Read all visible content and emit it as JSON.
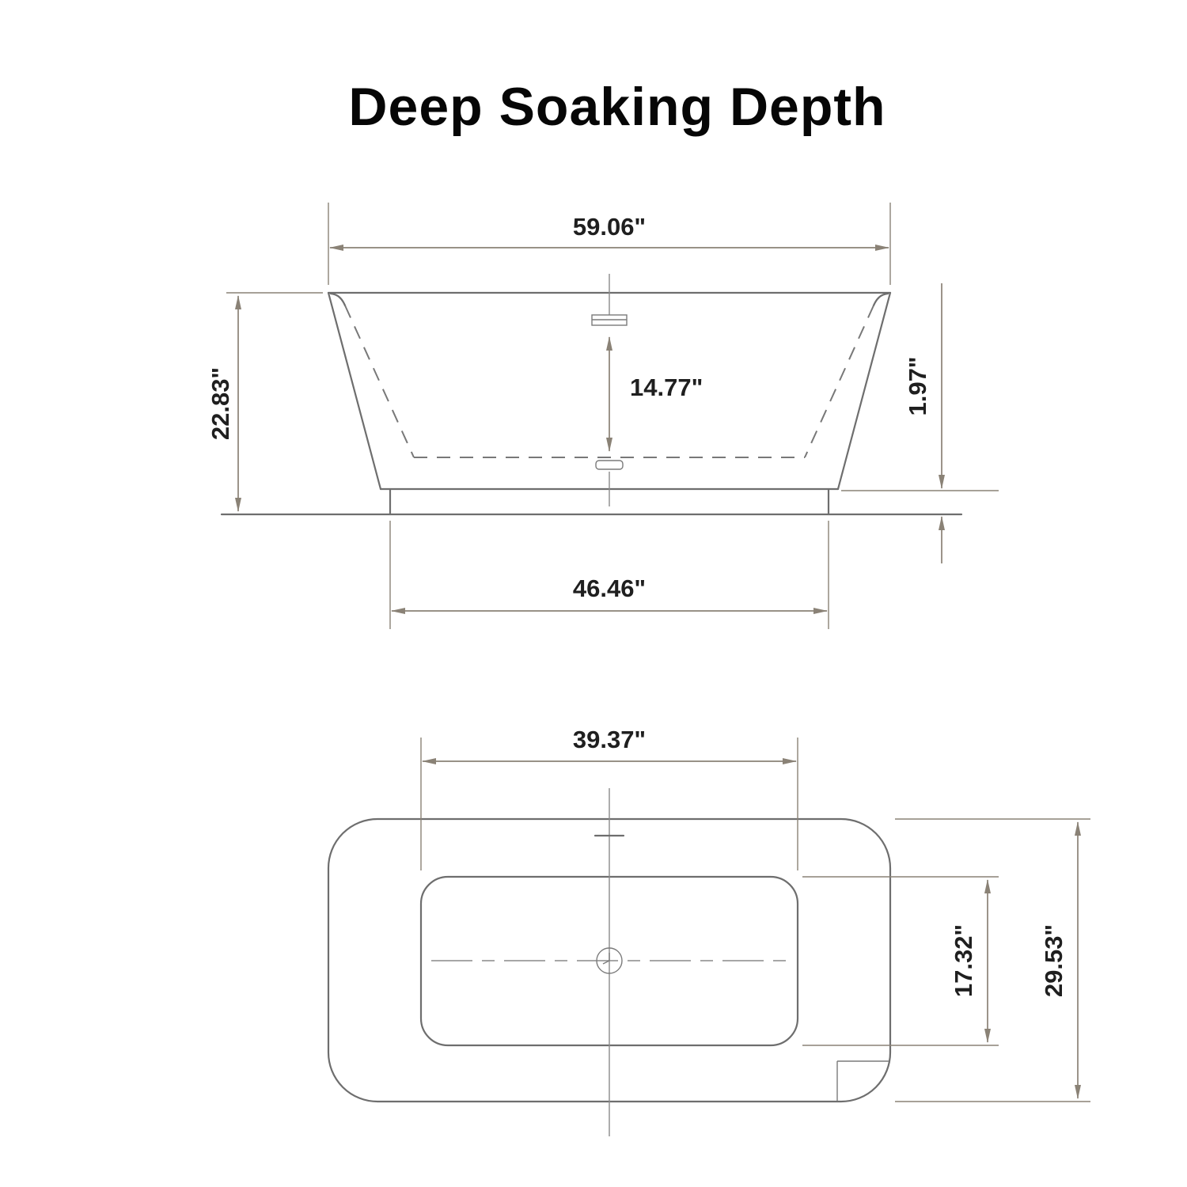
{
  "title": "Deep Soaking Depth",
  "side_view": {
    "overall_width": "59.06\"",
    "overall_height": "22.83\"",
    "soaking_depth": "14.77\"",
    "base_height": "1.97\"",
    "base_width": "46.46\""
  },
  "plan_view": {
    "inner_length": "39.37\"",
    "inner_width": "17.32\"",
    "overall_width": "29.53\""
  },
  "colors": {
    "drawing_line": "#6e6e6e",
    "dimension_line": "#8a8276",
    "dimension_text": "#1f1f1f",
    "title_text": "#060606",
    "background": "#ffffff"
  }
}
